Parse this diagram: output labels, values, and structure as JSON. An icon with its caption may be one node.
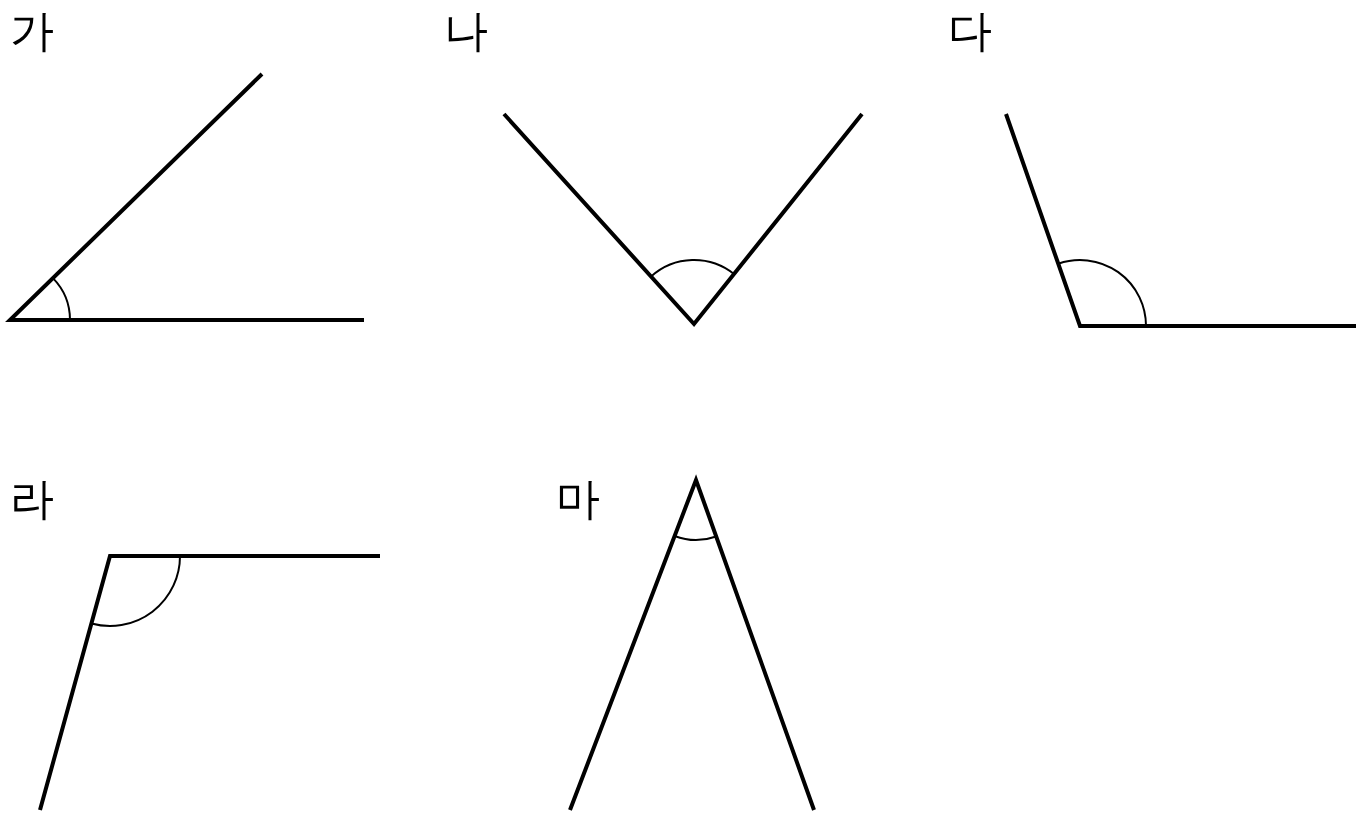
{
  "diagram": {
    "labels": [
      "가",
      "나",
      "다",
      "라",
      "마"
    ]
  }
}
